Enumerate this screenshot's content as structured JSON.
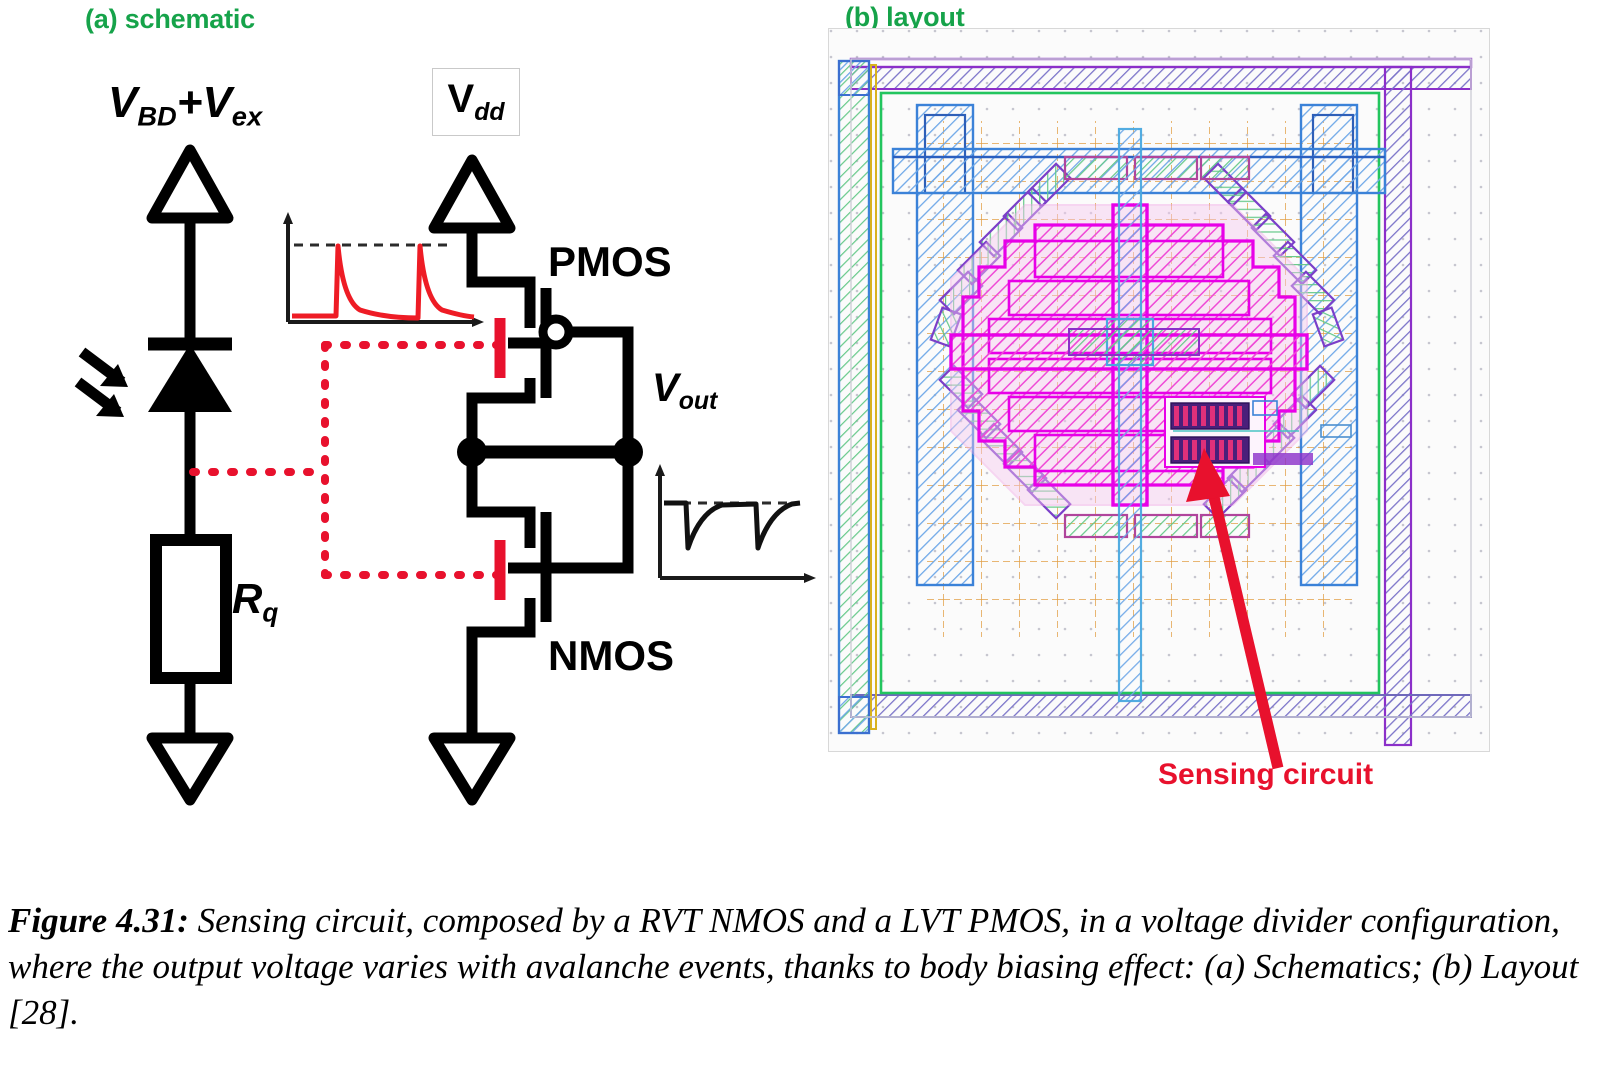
{
  "figure": {
    "number": "Figure 4.31:",
    "caption": "Sensing circuit, composed by a RVT NMOS and a LVT PMOS, in a voltage divider configuration, where the output voltage varies with avalanche events, thanks to body biasing effect: (a) Schematics; (b) Layout [28]."
  },
  "panels": {
    "a": {
      "title": "(a) schematic"
    },
    "b": {
      "title": "(b) layout"
    }
  },
  "schematic": {
    "supply_spad": {
      "base": "V",
      "sub1": "BD",
      "plus": "+V",
      "sub2": "ex"
    },
    "supply_vdd": {
      "base": "V",
      "sub": "dd"
    },
    "pmos_label": "PMOS",
    "nmos_label": "NMOS",
    "vout_label": {
      "base": "V",
      "sub": "out"
    },
    "quench_resistor": {
      "base": "R",
      "sub": "q"
    },
    "colors": {
      "wire": "#000000",
      "body_bias": "#e8112d",
      "avalanche_trace": "#ee1c25",
      "title_green": "#16a34a"
    },
    "waveform_spad": {
      "description": "avalanche current pulses: two sharp rises with exponential recovery decay",
      "pulse_count": 2,
      "dashed_reference": true
    },
    "waveform_vout": {
      "description": "output voltage dips downward on each avalanche then recovers exponentially",
      "dip_count": 2,
      "dashed_reference": true
    }
  },
  "layout": {
    "annotation_label": "Sensing circuit",
    "annotation_color": "#e8112d",
    "colors": {
      "spad_magenta": "#e800e8",
      "guard_orange": "#e08a1e",
      "metal_blue": "#2e6fd8",
      "purple_rail": "#8b2fc9",
      "green_ring": "#22c55e",
      "background": "#fbfbfb"
    },
    "elements": [
      "octagonal SPAD active area (magenta hatched)",
      "cross-shaped metal routing over SPAD",
      "diagonal guard-ring contact chain",
      "orange dashed well grid",
      "blue metal columns left and right",
      "purple hatched outer supply rails",
      "green inner boundary ring",
      "sensing circuit transistor fingers (center)"
    ]
  }
}
